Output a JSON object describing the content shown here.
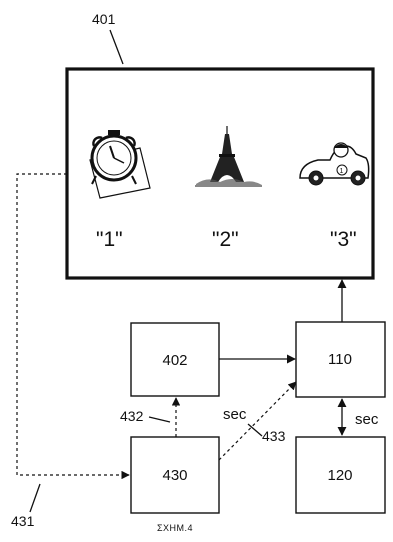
{
  "figure": {
    "caption": "ΣΧΗΜ.4",
    "screen_ref": "401",
    "icons": [
      "alarm-clock-icon",
      "eiffel-tower-icon",
      "race-car-icon"
    ],
    "screen_labels": [
      "\"1\"",
      "\"2\"",
      "\"3\""
    ],
    "blocks": {
      "b402": "402",
      "b110": "110",
      "b430": "430",
      "b120": "120"
    },
    "refs": {
      "r432": "432",
      "r433": "433",
      "r431": "431"
    },
    "arrow_labels": {
      "sec_diag": "sec",
      "sec_vertical": "sec"
    }
  }
}
